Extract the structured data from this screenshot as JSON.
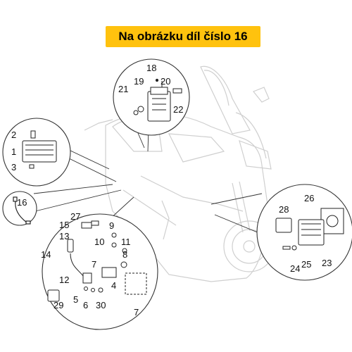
{
  "banner": {
    "text": "Na obrázku díl číslo 16"
  },
  "colors": {
    "banner": "#ffc20e",
    "scooter_outline": "#d0d0d0",
    "parts": "#1a1a1a"
  },
  "callouts": {
    "n1": "1",
    "n2": "2",
    "n3": "3",
    "n4": "4",
    "n5": "5",
    "n6": "6",
    "n7a": "7",
    "n7b": "7",
    "n8": "8",
    "n9": "9",
    "n10": "10",
    "n11": "11",
    "n12": "12",
    "n13": "13",
    "n14": "14",
    "n15": "15",
    "n16": "16",
    "n18": "18",
    "n19": "19",
    "n20": "20",
    "n21": "21",
    "n22": "22",
    "n23": "23",
    "n24": "24",
    "n25": "25",
    "n26": "26",
    "n27": "27",
    "n28": "28",
    "n29": "29",
    "n30": "30"
  }
}
